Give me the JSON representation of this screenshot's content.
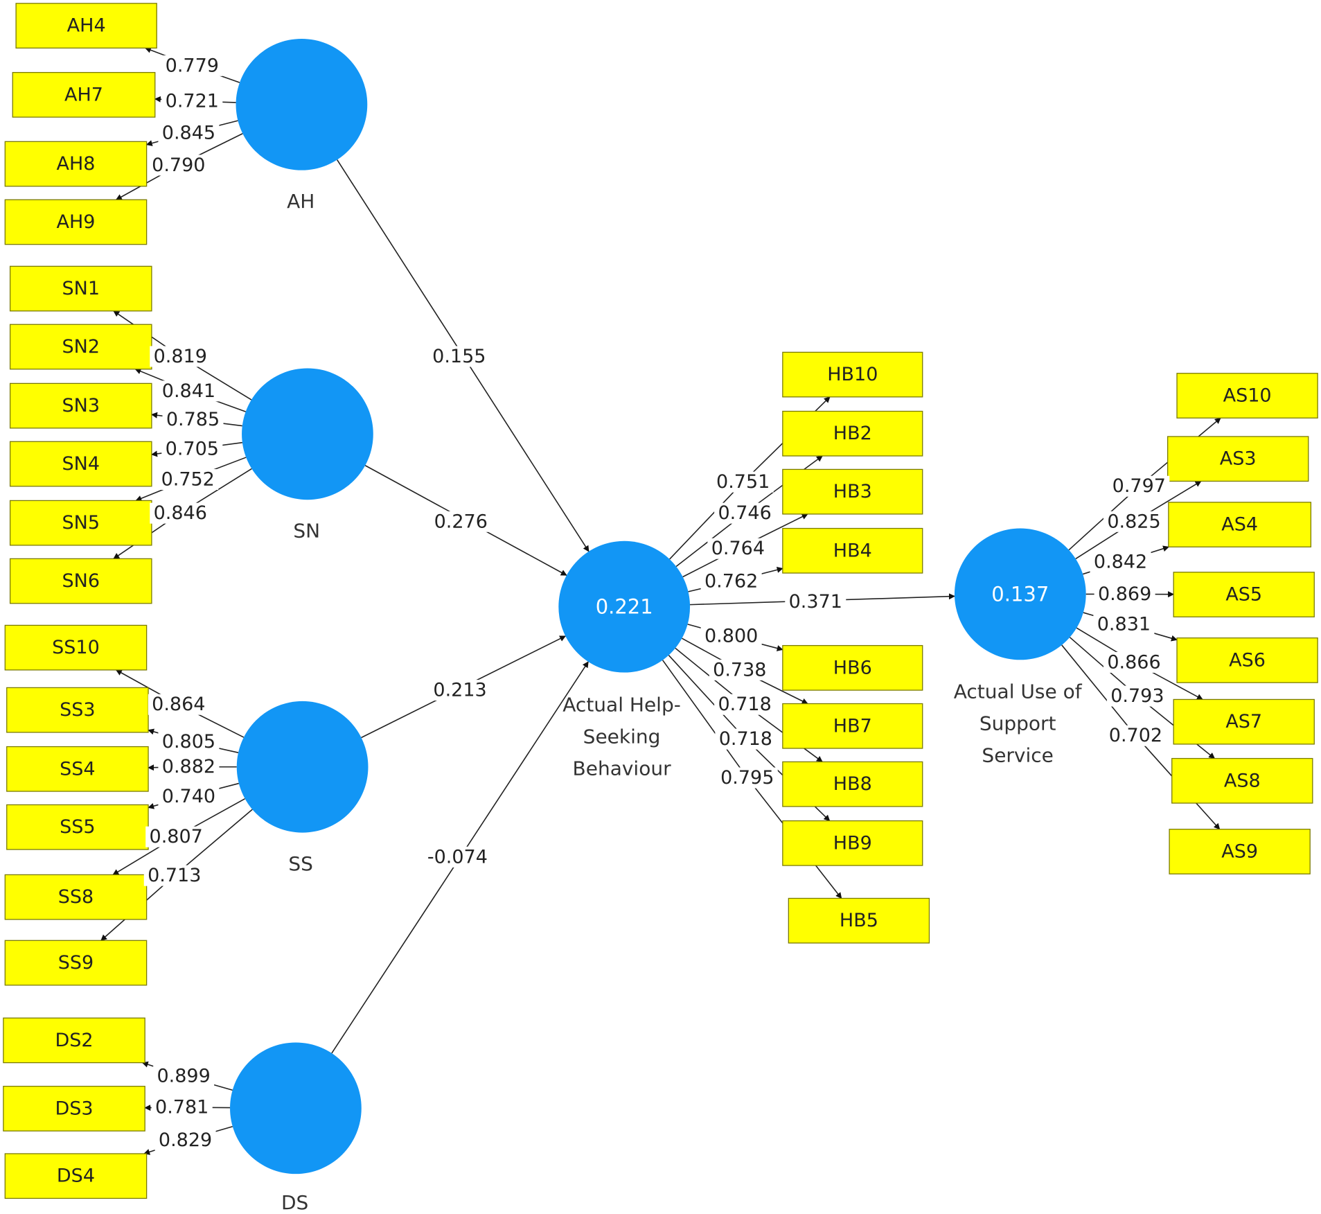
{
  "colors": {
    "indicator_fill": "#ffff00",
    "construct_fill": "#1296f5",
    "edge": "#222222"
  },
  "constructs": [
    {
      "id": "AH",
      "label": "AH",
      "r2": ""
    },
    {
      "id": "SN",
      "label": "SN",
      "r2": ""
    },
    {
      "id": "SS",
      "label": "SS",
      "r2": ""
    },
    {
      "id": "DS",
      "label": "DS",
      "r2": ""
    },
    {
      "id": "HB",
      "label": "Actual Help-\nSeeking\nBehaviour",
      "r2": "0.221"
    },
    {
      "id": "AS",
      "label": "Actual Use of\nSupport\nService",
      "r2": "0.137"
    }
  ],
  "indicators": [
    {
      "id": "AH4",
      "label": "AH4",
      "construct": "AH",
      "loading": "0.779"
    },
    {
      "id": "AH7",
      "label": "AH7",
      "construct": "AH",
      "loading": "0.721"
    },
    {
      "id": "AH8",
      "label": "AH8",
      "construct": "AH",
      "loading": "0.845"
    },
    {
      "id": "AH9",
      "label": "AH9",
      "construct": "AH",
      "loading": "0.790"
    },
    {
      "id": "SN1",
      "label": "SN1",
      "construct": "SN",
      "loading": "0.819"
    },
    {
      "id": "SN2",
      "label": "SN2",
      "construct": "SN",
      "loading": "0.841"
    },
    {
      "id": "SN3",
      "label": "SN3",
      "construct": "SN",
      "loading": "0.785"
    },
    {
      "id": "SN4",
      "label": "SN4",
      "construct": "SN",
      "loading": "0.705"
    },
    {
      "id": "SN5",
      "label": "SN5",
      "construct": "SN",
      "loading": "0.752"
    },
    {
      "id": "SN6",
      "label": "SN6",
      "construct": "SN",
      "loading": "0.846"
    },
    {
      "id": "SS10",
      "label": "SS10",
      "construct": "SS",
      "loading": "0.864"
    },
    {
      "id": "SS3",
      "label": "SS3",
      "construct": "SS",
      "loading": "0.805"
    },
    {
      "id": "SS4",
      "label": "SS4",
      "construct": "SS",
      "loading": "0.882"
    },
    {
      "id": "SS5",
      "label": "SS5",
      "construct": "SS",
      "loading": "0.740"
    },
    {
      "id": "SS8",
      "label": "SS8",
      "construct": "SS",
      "loading": "0.807"
    },
    {
      "id": "SS9",
      "label": "SS9",
      "construct": "SS",
      "loading": "0.713"
    },
    {
      "id": "DS2",
      "label": "DS2",
      "construct": "DS",
      "loading": "0.899"
    },
    {
      "id": "DS3",
      "label": "DS3",
      "construct": "DS",
      "loading": "0.781"
    },
    {
      "id": "DS4",
      "label": "DS4",
      "construct": "DS",
      "loading": "0.829"
    },
    {
      "id": "HB10",
      "label": "HB10",
      "construct": "HB",
      "loading": "0.751"
    },
    {
      "id": "HB2",
      "label": "HB2",
      "construct": "HB",
      "loading": "0.746"
    },
    {
      "id": "HB3",
      "label": "HB3",
      "construct": "HB",
      "loading": "0.764"
    },
    {
      "id": "HB4",
      "label": "HB4",
      "construct": "HB",
      "loading": "0.762"
    },
    {
      "id": "HB6",
      "label": "HB6",
      "construct": "HB",
      "loading": "0.800"
    },
    {
      "id": "HB7",
      "label": "HB7",
      "construct": "HB",
      "loading": "0.738"
    },
    {
      "id": "HB8",
      "label": "HB8",
      "construct": "HB",
      "loading": "0.718"
    },
    {
      "id": "HB9",
      "label": "HB9",
      "construct": "HB",
      "loading": "0.718"
    },
    {
      "id": "HB5",
      "label": "HB5",
      "construct": "HB",
      "loading": "0.795"
    },
    {
      "id": "AS10",
      "label": "AS10",
      "construct": "AS",
      "loading": "0.797"
    },
    {
      "id": "AS3",
      "label": "AS3",
      "construct": "AS",
      "loading": "0.825"
    },
    {
      "id": "AS4",
      "label": "AS4",
      "construct": "AS",
      "loading": "0.842"
    },
    {
      "id": "AS5",
      "label": "AS5",
      "construct": "AS",
      "loading": "0.869"
    },
    {
      "id": "AS6",
      "label": "AS6",
      "construct": "AS",
      "loading": "0.831"
    },
    {
      "id": "AS7",
      "label": "AS7",
      "construct": "AS",
      "loading": "0.866"
    },
    {
      "id": "AS8",
      "label": "AS8",
      "construct": "AS",
      "loading": "0.793"
    },
    {
      "id": "AS9",
      "label": "AS9",
      "construct": "AS",
      "loading": "0.702"
    }
  ],
  "paths": [
    {
      "from": "AH",
      "to": "HB",
      "coef": "0.155"
    },
    {
      "from": "SN",
      "to": "HB",
      "coef": "0.276"
    },
    {
      "from": "SS",
      "to": "HB",
      "coef": "0.213"
    },
    {
      "from": "DS",
      "to": "HB",
      "coef": "-0.074"
    },
    {
      "from": "HB",
      "to": "AS",
      "coef": "0.371"
    }
  ]
}
